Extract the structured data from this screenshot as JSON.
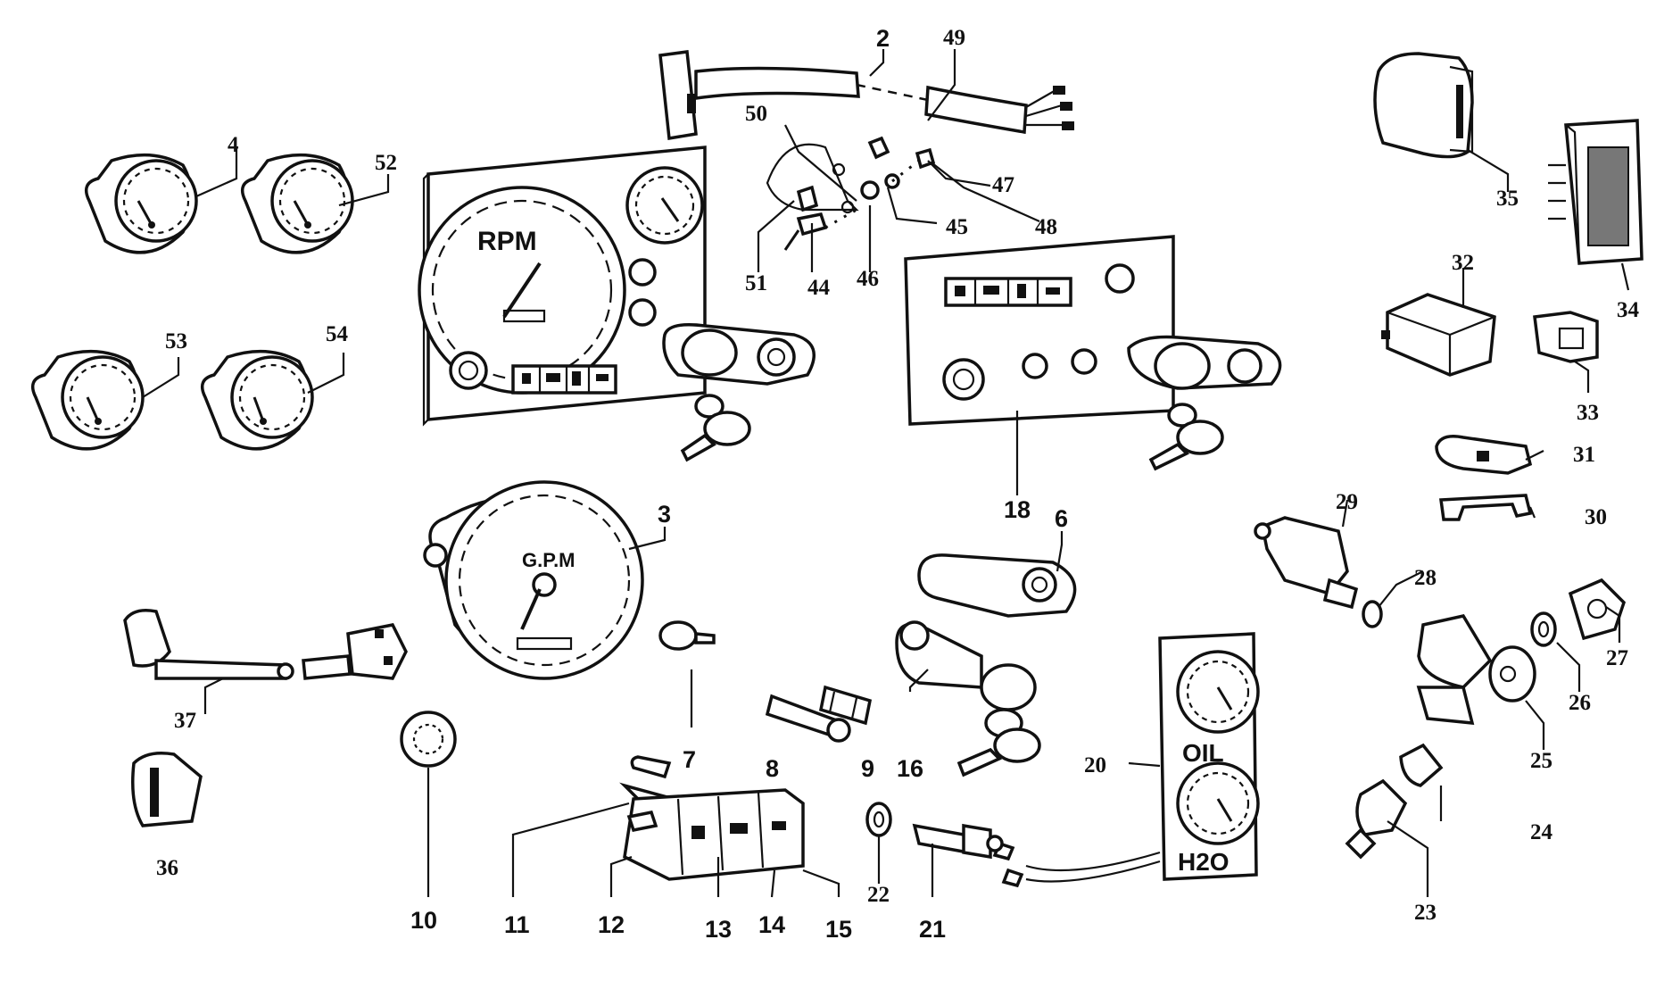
{
  "dial_text": {
    "rpm": "RPM",
    "gpm": "G.P.M",
    "oil": "OIL",
    "h2o": "H2O"
  },
  "parts": [
    {
      "id": "2",
      "label": "2"
    },
    {
      "id": "3",
      "label": "3"
    },
    {
      "id": "4",
      "label": "4"
    },
    {
      "id": "6",
      "label": "6"
    },
    {
      "id": "7",
      "label": "7"
    },
    {
      "id": "8",
      "label": "8"
    },
    {
      "id": "9",
      "label": "9"
    },
    {
      "id": "10",
      "label": "10"
    },
    {
      "id": "11",
      "label": "11"
    },
    {
      "id": "12",
      "label": "12"
    },
    {
      "id": "13",
      "label": "13"
    },
    {
      "id": "14",
      "label": "14"
    },
    {
      "id": "15",
      "label": "15"
    },
    {
      "id": "16",
      "label": "16"
    },
    {
      "id": "18",
      "label": "18"
    },
    {
      "id": "20",
      "label": "20"
    },
    {
      "id": "21",
      "label": "21"
    },
    {
      "id": "22",
      "label": "22"
    },
    {
      "id": "23",
      "label": "23"
    },
    {
      "id": "24",
      "label": "24"
    },
    {
      "id": "25",
      "label": "25"
    },
    {
      "id": "26",
      "label": "26"
    },
    {
      "id": "27",
      "label": "27"
    },
    {
      "id": "28",
      "label": "28"
    },
    {
      "id": "29",
      "label": "29"
    },
    {
      "id": "30",
      "label": "30"
    },
    {
      "id": "31",
      "label": "31"
    },
    {
      "id": "32",
      "label": "32"
    },
    {
      "id": "33",
      "label": "33"
    },
    {
      "id": "34",
      "label": "34"
    },
    {
      "id": "35",
      "label": "35"
    },
    {
      "id": "36",
      "label": "36"
    },
    {
      "id": "37",
      "label": "37"
    },
    {
      "id": "44",
      "label": "44"
    },
    {
      "id": "45",
      "label": "45"
    },
    {
      "id": "46",
      "label": "46"
    },
    {
      "id": "47",
      "label": "47"
    },
    {
      "id": "48",
      "label": "48"
    },
    {
      "id": "49",
      "label": "49"
    },
    {
      "id": "50",
      "label": "50"
    },
    {
      "id": "51",
      "label": "51"
    },
    {
      "id": "52",
      "label": "52"
    },
    {
      "id": "53",
      "label": "53"
    },
    {
      "id": "54",
      "label": "54"
    }
  ]
}
